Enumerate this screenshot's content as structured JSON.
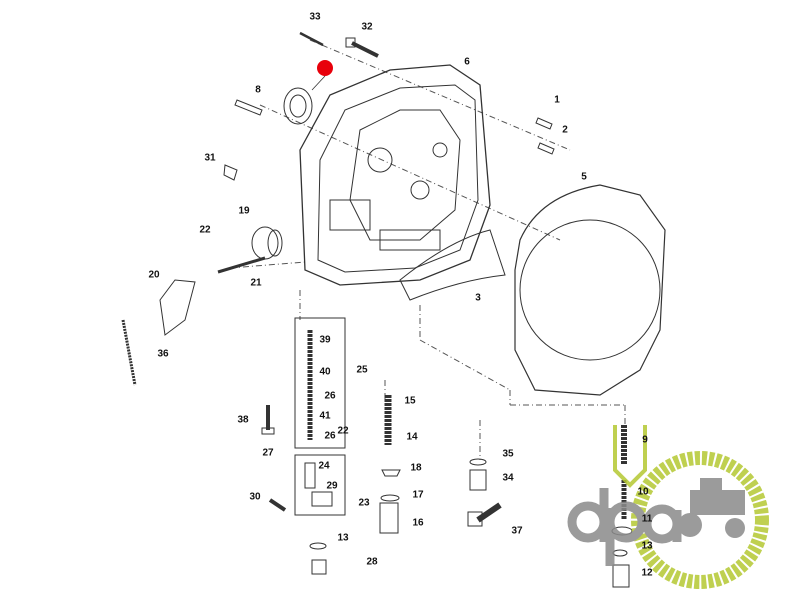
{
  "diagram": {
    "highlight_color": "#e8000b",
    "line_color": "#333333",
    "callouts": [
      "33",
      "32",
      "6",
      "8",
      "1",
      "2",
      "31",
      "5",
      "19",
      "22",
      "20",
      "21",
      "3",
      "36",
      "39",
      "40",
      "25",
      "26",
      "41",
      "26",
      "15",
      "38",
      "22",
      "14",
      "35",
      "27",
      "24",
      "18",
      "34",
      "29",
      "17",
      "30",
      "23",
      "37",
      "16",
      "13",
      "28",
      "9",
      "10",
      "11",
      "13",
      "12"
    ]
  },
  "watermark": {
    "text": "dpa",
    "gray": "#8a8a8a",
    "green": "#b5c832"
  }
}
